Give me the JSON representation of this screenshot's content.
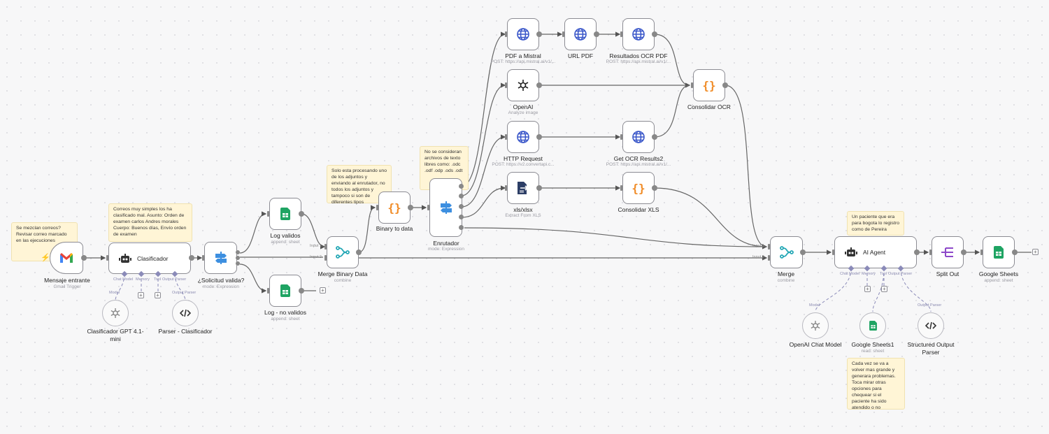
{
  "colors": {
    "canvas": "#f7f7f8",
    "edge": "#555555",
    "sub_edge": "#8a8ab8",
    "sticky": "#fff5d6",
    "sheets_green": "#1fa463",
    "globe_blue": "#3a57c9",
    "code_orange": "#f08a24",
    "switch_blue": "#3d8fe0",
    "merge_teal": "#23a7b5",
    "agent_dark": "#333333",
    "split_purple": "#8d48c9"
  },
  "stickies": {
    "s1": "Se mezclan correos? Revisar correo marcado en las ejecuciones",
    "s2": "Correos muy simples los ha clasificado mal. Asunto: Orden de examen carlos Andres morales Cuerpo: Buenos días, Envío orden de examen",
    "s3": "Solo esta procesando uno de los adjuntos y enviando al enrutador, no todos los adjuntos y tampoco si son de diferentes tipos",
    "s4": "No se consideran archivos de texto libres como: .odc .odf .odp .ods .odt",
    "s5": "Un paciente que era para bogota lo registro como de Pereira",
    "s6": "Cada vez se va a volver mas grande y generara problemas. Toca mirar otras opciones para chequear si el paciente ha sido atendido o no"
  },
  "nodes": {
    "gmail": {
      "name": "Mensaje entrante",
      "sub": "Gmail Trigger",
      "icon": "gmail-icon"
    },
    "clasificador": {
      "name": "Clasificador",
      "icon": "robot-icon"
    },
    "gpt": {
      "name": "Clasificador GPT 4.1-mini",
      "icon": "openai-icon"
    },
    "parser": {
      "name": "Parser - Clasificador",
      "icon": "code-icon"
    },
    "solicitud": {
      "name": "¿Solicitud valida?",
      "sub": "mode: Expression",
      "icon": "switch-icon"
    },
    "log_validos": {
      "name": "Log validos",
      "sub": "append: sheet",
      "icon": "sheets-icon"
    },
    "log_no_validos": {
      "name": "Log - no validos",
      "sub": "append: sheet",
      "icon": "sheets-icon"
    },
    "merge_binary": {
      "name": "Merge Binary Data",
      "sub": "combine",
      "icon": "merge-icon"
    },
    "binary_to_data": {
      "name": "Binary to data",
      "icon": "braces-icon"
    },
    "enrutador": {
      "name": "Enrutador",
      "sub": "mode: Expression",
      "icon": "switch-icon"
    },
    "pdf_mistral": {
      "name": "PDF a Mistral",
      "sub": "POST: https://api.mistral.ai/v1/...",
      "icon": "globe-icon"
    },
    "url_pdf": {
      "name": "URL PDF",
      "icon": "globe-icon"
    },
    "resultados_ocr": {
      "name": "Resultados OCR PDF",
      "sub": "POST: https://api.mistral.ai/v1/...",
      "icon": "globe-icon"
    },
    "openai": {
      "name": "OpenAI",
      "sub": "Analyze image",
      "icon": "openai-icon"
    },
    "http_request": {
      "name": "HTTP Request",
      "sub": "POST: https://v2.convertapi.c...",
      "icon": "globe-icon"
    },
    "get_ocr2": {
      "name": "Get OCR Results2",
      "sub": "POST: https://api.mistral.ai/v1/...",
      "icon": "globe-icon"
    },
    "xls": {
      "name": "xls/xlsx",
      "sub": "Extract From XLS",
      "icon": "file-extract-icon"
    },
    "consolidar_xls": {
      "name": "Consolidar XLS",
      "icon": "braces-icon"
    },
    "consolidar_ocr": {
      "name": "Consolidar OCR",
      "icon": "braces-icon"
    },
    "merge": {
      "name": "Merge",
      "sub": "combine",
      "icon": "merge-icon"
    },
    "ai_agent": {
      "name": "AI Agent",
      "icon": "robot-icon"
    },
    "split_out": {
      "name": "Split Out",
      "icon": "split-icon"
    },
    "google_sheets": {
      "name": "Google Sheets",
      "sub": "append: sheet",
      "icon": "sheets-icon"
    },
    "openai_chat": {
      "name": "OpenAI Chat Model",
      "icon": "openai-icon"
    },
    "google_sheets1": {
      "name": "Google Sheets1",
      "sub": "read: sheet",
      "icon": "sheets-icon"
    },
    "structured_parser": {
      "name": "Structured Output Parser",
      "icon": "code-icon"
    }
  },
  "ports": {
    "chat_model": "Chat Model",
    "memory": "Memory",
    "tool": "Tool",
    "output_parser": "Output Parser",
    "model": "Model",
    "input1": "Input 1",
    "input2": "Input 2"
  }
}
